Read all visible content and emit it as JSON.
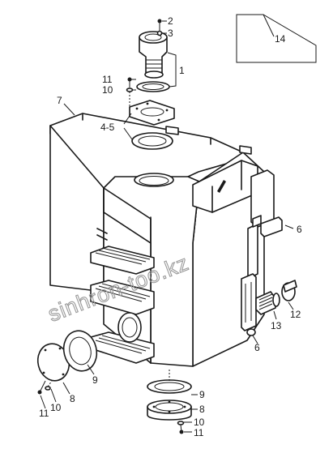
{
  "diagram": {
    "callouts": [
      {
        "id": "c2",
        "text": "2"
      },
      {
        "id": "c3",
        "text": "3"
      },
      {
        "id": "c14",
        "text": "14"
      },
      {
        "id": "c1",
        "text": "1"
      },
      {
        "id": "c11a",
        "text": "11"
      },
      {
        "id": "c10a",
        "text": "10"
      },
      {
        "id": "c7",
        "text": "7"
      },
      {
        "id": "c45",
        "text": "4-5"
      },
      {
        "id": "c6a",
        "text": "6"
      },
      {
        "id": "c12",
        "text": "12"
      },
      {
        "id": "c13",
        "text": "13"
      },
      {
        "id": "c6b",
        "text": "6"
      },
      {
        "id": "c9a",
        "text": "9"
      },
      {
        "id": "c10b",
        "text": "10"
      },
      {
        "id": "c8a",
        "text": "8"
      },
      {
        "id": "c11b",
        "text": "11"
      },
      {
        "id": "c9b",
        "text": "9"
      },
      {
        "id": "c8b",
        "text": "8"
      },
      {
        "id": "c10c",
        "text": "10"
      },
      {
        "id": "c11c",
        "text": "11"
      }
    ],
    "watermark": "sinhron-too.kz"
  }
}
